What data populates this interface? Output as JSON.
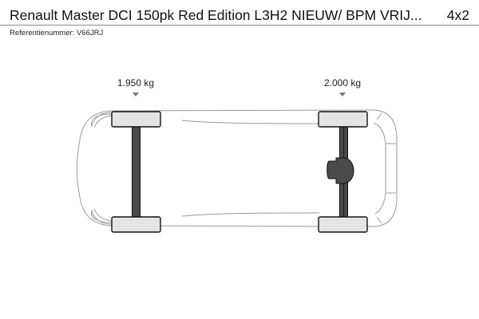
{
  "header": {
    "title": "Renault Master DCI 150pk Red Edition L3H2 NIEUW/ BPM VRIJ...",
    "axle_config": "4x2"
  },
  "reference": {
    "label": "Referentienummer: V66JRJ"
  },
  "axles": [
    {
      "position": "front",
      "weight": "1.950 kg"
    },
    {
      "position": "rear",
      "weight": "2.000 kg"
    }
  ],
  "colors": {
    "axle": "#4a4a4a",
    "wheel_fill": "#e4e4e4",
    "outline": "#999999",
    "arrow": "#777777"
  }
}
